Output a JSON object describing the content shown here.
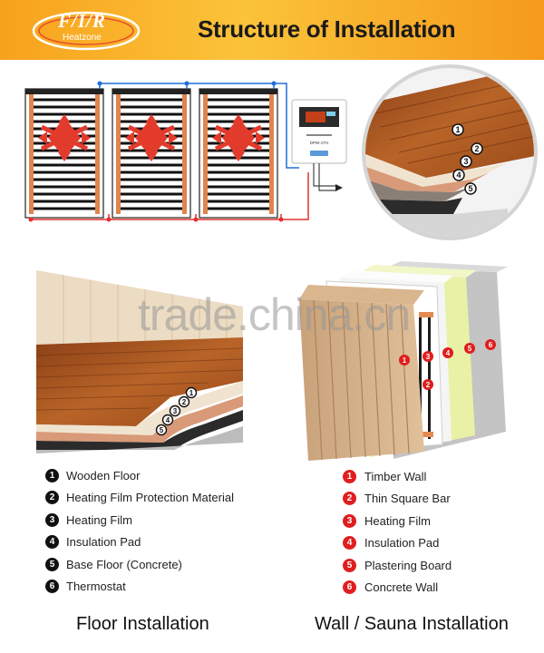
{
  "header": {
    "logo_text": "F/I/R",
    "logo_subtext": "Heatzone",
    "title": "Structure of Installation"
  },
  "thermostat": {
    "model_label": "DPW-1TH"
  },
  "floor_legend": [
    {
      "num": "1",
      "label": "Wooden Floor"
    },
    {
      "num": "2",
      "label": "Heating Film Protection Material"
    },
    {
      "num": "3",
      "label": "Heating Film"
    },
    {
      "num": "4",
      "label": "Insulation Pad"
    },
    {
      "num": "5",
      "label": "Base Floor (Concrete)"
    },
    {
      "num": "6",
      "label": "Thermostat"
    }
  ],
  "wall_legend": [
    {
      "num": "1",
      "label": "Timber Wall"
    },
    {
      "num": "2",
      "label": "Thin Square Bar"
    },
    {
      "num": "3",
      "label": "Heating Film"
    },
    {
      "num": "4",
      "label": "Insulation Pad"
    },
    {
      "num": "5",
      "label": "Plastering Board"
    },
    {
      "num": "6",
      "label": "Concrete Wall"
    }
  ],
  "captions": {
    "floor": "Floor Installation",
    "wall": "Wall / Sauna Installation"
  },
  "watermark": "trade.china.cn",
  "colors": {
    "banner": "#f8a21c",
    "badge_floor": "#111111",
    "badge_wall": "#e01e1e",
    "wire": "#1e6fd8",
    "circuit": "#e53030"
  }
}
